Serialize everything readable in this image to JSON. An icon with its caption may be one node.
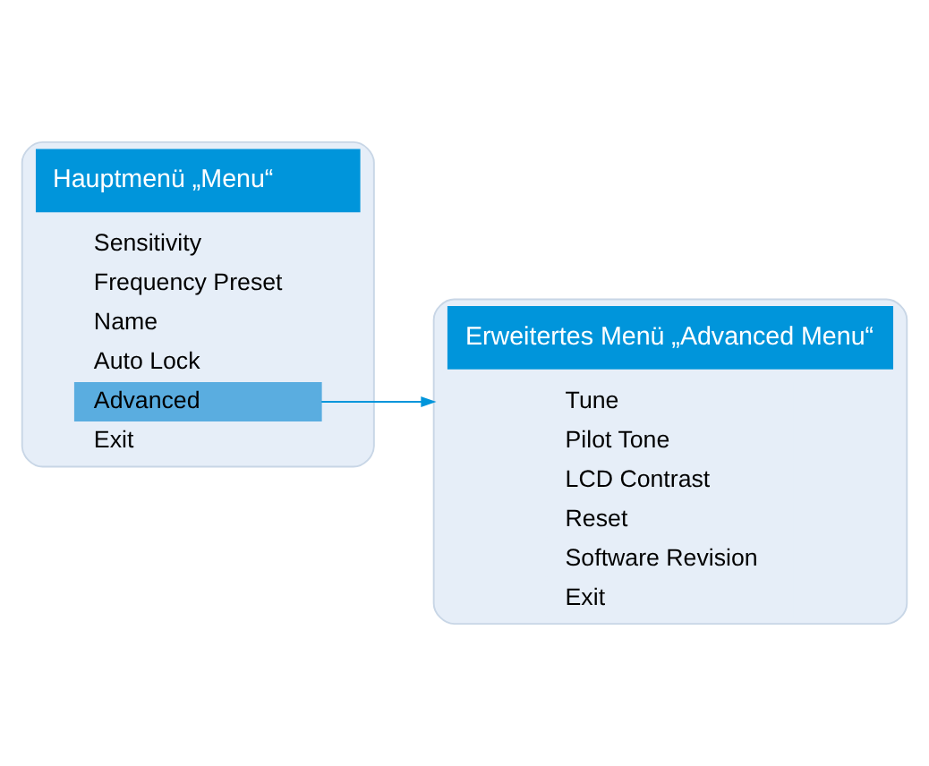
{
  "diagram": {
    "nodes": [
      {
        "text": [
          "Hauptmenü „Menu“"
        ]
      },
      {
        "text": [
          "Sensitivity"
        ],
        "in": 0
      },
      {
        "text": [
          "Frequency Preset"
        ],
        "in": 0
      },
      {
        "text": [
          "Name"
        ],
        "in": 0
      },
      {
        "text": [
          "Auto Lock"
        ],
        "in": 0
      },
      {
        "text": [
          "Advanced"
        ],
        "in": 0
      },
      {
        "text": [
          "Exit"
        ],
        "in": 0
      },
      {
        "text": [
          "Erweitertes Menü „Advanced Menu“"
        ]
      },
      {
        "text": [
          "Tune"
        ],
        "in": 7
      },
      {
        "text": [
          "Pilot Tone"
        ],
        "in": 7
      },
      {
        "text": [
          "LCD Contrast"
        ],
        "in": 7
      },
      {
        "text": [
          "Reset"
        ],
        "in": 7
      },
      {
        "text": [
          "Software Revision"
        ],
        "in": 7
      },
      {
        "text": [
          "Exit"
        ],
        "in": 7
      }
    ],
    "edges": [
      {
        "from": 5,
        "to": 7,
        "arrow": "to",
        "color": "#0095db"
      }
    ]
  }
}
